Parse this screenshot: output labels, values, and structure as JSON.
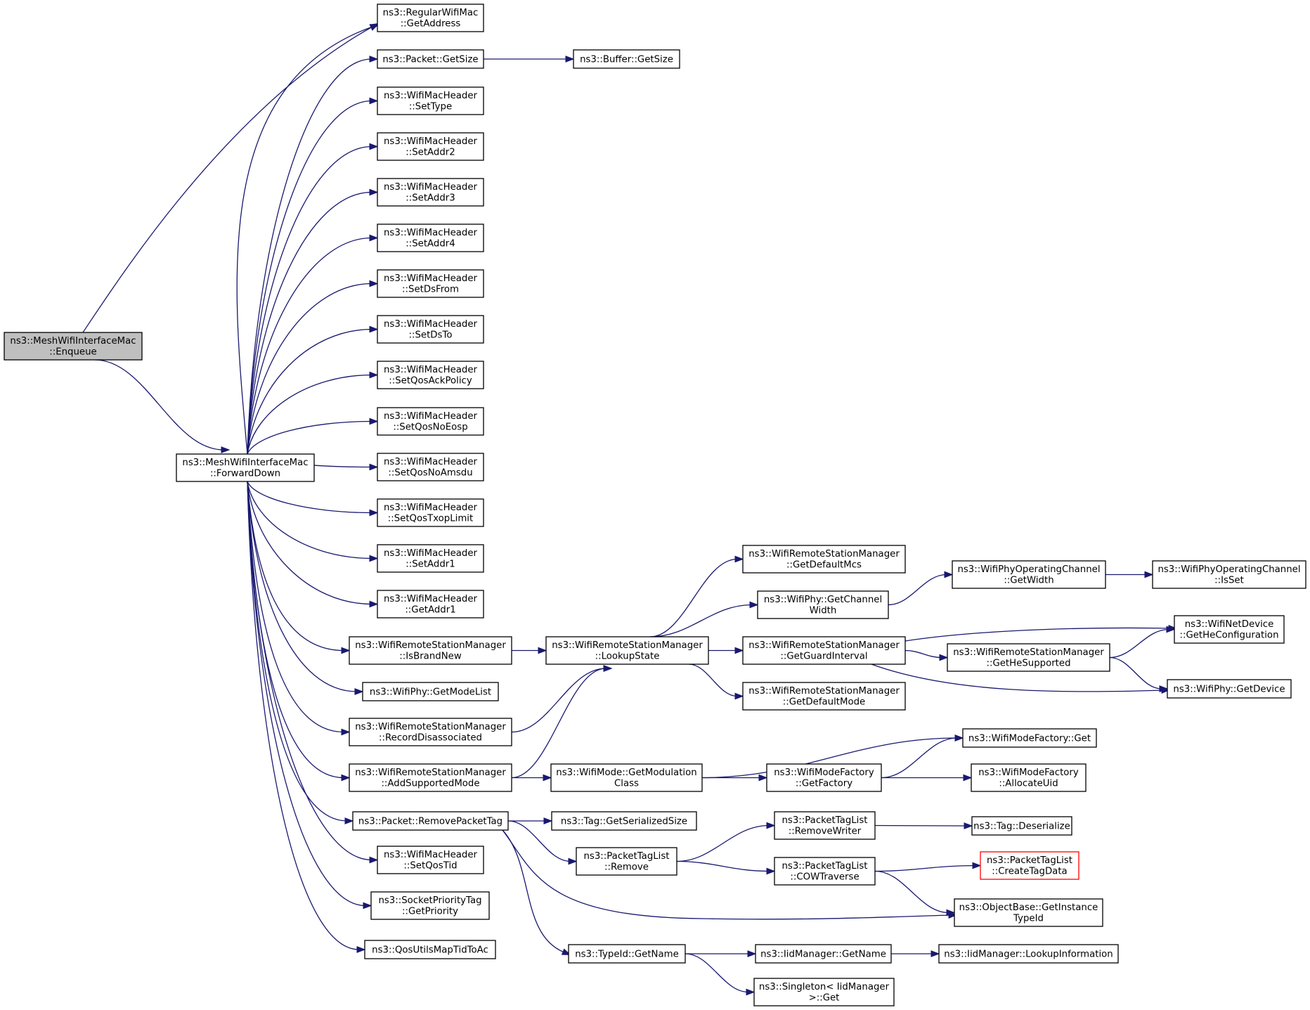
{
  "nodes": [
    {
      "id": "n0",
      "lines": [
        "ns3::MeshWifiInterfaceMac",
        "::Enqueue"
      ],
      "root": true
    },
    {
      "id": "n1",
      "lines": [
        "ns3::MeshWifiInterfaceMac",
        "::ForwardDown"
      ]
    },
    {
      "id": "n2",
      "lines": [
        "ns3::RegularWifiMac",
        "::GetAddress"
      ]
    },
    {
      "id": "n3",
      "lines": [
        "ns3::Packet::GetSize"
      ]
    },
    {
      "id": "n4",
      "lines": [
        "ns3::Buffer::GetSize"
      ]
    },
    {
      "id": "n5",
      "lines": [
        "ns3::WifiMacHeader",
        "::SetType"
      ]
    },
    {
      "id": "n6",
      "lines": [
        "ns3::WifiMacHeader",
        "::SetAddr2"
      ]
    },
    {
      "id": "n7",
      "lines": [
        "ns3::WifiMacHeader",
        "::SetAddr3"
      ]
    },
    {
      "id": "n8",
      "lines": [
        "ns3::WifiMacHeader",
        "::SetAddr4"
      ]
    },
    {
      "id": "n9",
      "lines": [
        "ns3::WifiMacHeader",
        "::SetDsFrom"
      ]
    },
    {
      "id": "n10",
      "lines": [
        "ns3::WifiMacHeader",
        "::SetDsTo"
      ]
    },
    {
      "id": "n11",
      "lines": [
        "ns3::WifiMacHeader",
        "::SetQosAckPolicy"
      ]
    },
    {
      "id": "n12",
      "lines": [
        "ns3::WifiMacHeader",
        "::SetQosNoEosp"
      ]
    },
    {
      "id": "n13",
      "lines": [
        "ns3::WifiMacHeader",
        "::SetQosNoAmsdu"
      ]
    },
    {
      "id": "n14",
      "lines": [
        "ns3::WifiMacHeader",
        "::SetQosTxopLimit"
      ]
    },
    {
      "id": "n15",
      "lines": [
        "ns3::WifiMacHeader",
        "::SetAddr1"
      ]
    },
    {
      "id": "n16",
      "lines": [
        "ns3::WifiMacHeader",
        "::GetAddr1"
      ]
    },
    {
      "id": "n17",
      "lines": [
        "ns3::WifiRemoteStationManager",
        "::IsBrandNew"
      ]
    },
    {
      "id": "n18",
      "lines": [
        "ns3::WifiPhy::GetModeList"
      ]
    },
    {
      "id": "n19",
      "lines": [
        "ns3::WifiRemoteStationManager",
        "::RecordDisassociated"
      ]
    },
    {
      "id": "n20",
      "lines": [
        "ns3::WifiRemoteStationManager",
        "::AddSupportedMode"
      ]
    },
    {
      "id": "n21",
      "lines": [
        "ns3::Packet::RemovePacketTag"
      ]
    },
    {
      "id": "n22",
      "lines": [
        "ns3::WifiMacHeader",
        "::SetQosTid"
      ]
    },
    {
      "id": "n23",
      "lines": [
        "ns3::SocketPriorityTag",
        "::GetPriority"
      ]
    },
    {
      "id": "n24",
      "lines": [
        "ns3::QosUtilsMapTidToAc"
      ]
    },
    {
      "id": "n25",
      "lines": [
        "ns3::WifiRemoteStationManager",
        "::LookupState"
      ]
    },
    {
      "id": "n26",
      "lines": [
        "ns3::WifiRemoteStationManager",
        "::GetDefaultMcs"
      ]
    },
    {
      "id": "n27",
      "lines": [
        "ns3::WifiPhy::GetChannel",
        "Width"
      ]
    },
    {
      "id": "n28",
      "lines": [
        "ns3::WifiPhyOperatingChannel",
        "::GetWidth"
      ]
    },
    {
      "id": "n29",
      "lines": [
        "ns3::WifiPhyOperatingChannel",
        "::IsSet"
      ]
    },
    {
      "id": "n30",
      "lines": [
        "ns3::WifiRemoteStationManager",
        "::GetGuardInterval"
      ]
    },
    {
      "id": "n31",
      "lines": [
        "ns3::WifiNetDevice",
        "::GetHeConfiguration"
      ]
    },
    {
      "id": "n32",
      "lines": [
        "ns3::WifiRemoteStationManager",
        "::GetHeSupported"
      ]
    },
    {
      "id": "n33",
      "lines": [
        "ns3::WifiPhy::GetDevice"
      ]
    },
    {
      "id": "n34",
      "lines": [
        "ns3::WifiRemoteStationManager",
        "::GetDefaultMode"
      ]
    },
    {
      "id": "n35",
      "lines": [
        "ns3::WifiModeFactory::Get"
      ]
    },
    {
      "id": "n36",
      "lines": [
        "ns3::WifiMode::GetModulation",
        "Class"
      ]
    },
    {
      "id": "n37",
      "lines": [
        "ns3::WifiModeFactory",
        "::GetFactory"
      ]
    },
    {
      "id": "n38",
      "lines": [
        "ns3::WifiModeFactory",
        "::AllocateUid"
      ]
    },
    {
      "id": "n39",
      "lines": [
        "ns3::Tag::GetSerializedSize"
      ]
    },
    {
      "id": "n40",
      "lines": [
        "ns3::PacketTagList",
        "::RemoveWriter"
      ]
    },
    {
      "id": "n41",
      "lines": [
        "ns3::Tag::Deserialize"
      ]
    },
    {
      "id": "n42",
      "lines": [
        "ns3::PacketTagList",
        "::Remove"
      ]
    },
    {
      "id": "n43",
      "lines": [
        "ns3::PacketTagList",
        "::COWTraverse"
      ]
    },
    {
      "id": "n44",
      "lines": [
        "ns3::PacketTagList",
        "::CreateTagData"
      ],
      "red": true
    },
    {
      "id": "n45",
      "lines": [
        "ns3::ObjectBase::GetInstance",
        "TypeId"
      ]
    },
    {
      "id": "n46",
      "lines": [
        "ns3::TypeId::GetName"
      ]
    },
    {
      "id": "n47",
      "lines": [
        "ns3::IidManager::GetName"
      ]
    },
    {
      "id": "n48",
      "lines": [
        "ns3::IidManager::LookupInformation"
      ]
    },
    {
      "id": "n49",
      "lines": [
        "ns3::Singleton< IidManager",
        " >::Get"
      ]
    }
  ],
  "edges": [
    [
      "n0",
      "n2"
    ],
    [
      "n0",
      "n1"
    ],
    [
      "n1",
      "n2"
    ],
    [
      "n1",
      "n3"
    ],
    [
      "n1",
      "n5"
    ],
    [
      "n1",
      "n6"
    ],
    [
      "n1",
      "n7"
    ],
    [
      "n1",
      "n8"
    ],
    [
      "n1",
      "n9"
    ],
    [
      "n1",
      "n10"
    ],
    [
      "n1",
      "n11"
    ],
    [
      "n1",
      "n12"
    ],
    [
      "n1",
      "n13"
    ],
    [
      "n1",
      "n14"
    ],
    [
      "n1",
      "n15"
    ],
    [
      "n1",
      "n16"
    ],
    [
      "n1",
      "n17"
    ],
    [
      "n1",
      "n18"
    ],
    [
      "n1",
      "n19"
    ],
    [
      "n1",
      "n20"
    ],
    [
      "n1",
      "n21"
    ],
    [
      "n1",
      "n22"
    ],
    [
      "n1",
      "n23"
    ],
    [
      "n1",
      "n24"
    ],
    [
      "n3",
      "n4"
    ],
    [
      "n17",
      "n25"
    ],
    [
      "n19",
      "n25"
    ],
    [
      "n20",
      "n25"
    ],
    [
      "n20",
      "n36"
    ],
    [
      "n25",
      "n26"
    ],
    [
      "n25",
      "n27"
    ],
    [
      "n25",
      "n30"
    ],
    [
      "n25",
      "n34"
    ],
    [
      "n27",
      "n28"
    ],
    [
      "n28",
      "n29"
    ],
    [
      "n30",
      "n31"
    ],
    [
      "n30",
      "n32"
    ],
    [
      "n30",
      "n33"
    ],
    [
      "n32",
      "n31"
    ],
    [
      "n32",
      "n33"
    ],
    [
      "n36",
      "n35"
    ],
    [
      "n36",
      "n37"
    ],
    [
      "n37",
      "n35"
    ],
    [
      "n37",
      "n38"
    ],
    [
      "n21",
      "n39"
    ],
    [
      "n21",
      "n42"
    ],
    [
      "n21",
      "n45"
    ],
    [
      "n21",
      "n46"
    ],
    [
      "n42",
      "n40"
    ],
    [
      "n42",
      "n43"
    ],
    [
      "n40",
      "n41"
    ],
    [
      "n43",
      "n44"
    ],
    [
      "n43",
      "n45"
    ],
    [
      "n46",
      "n47"
    ],
    [
      "n46",
      "n49"
    ],
    [
      "n47",
      "n48"
    ]
  ]
}
